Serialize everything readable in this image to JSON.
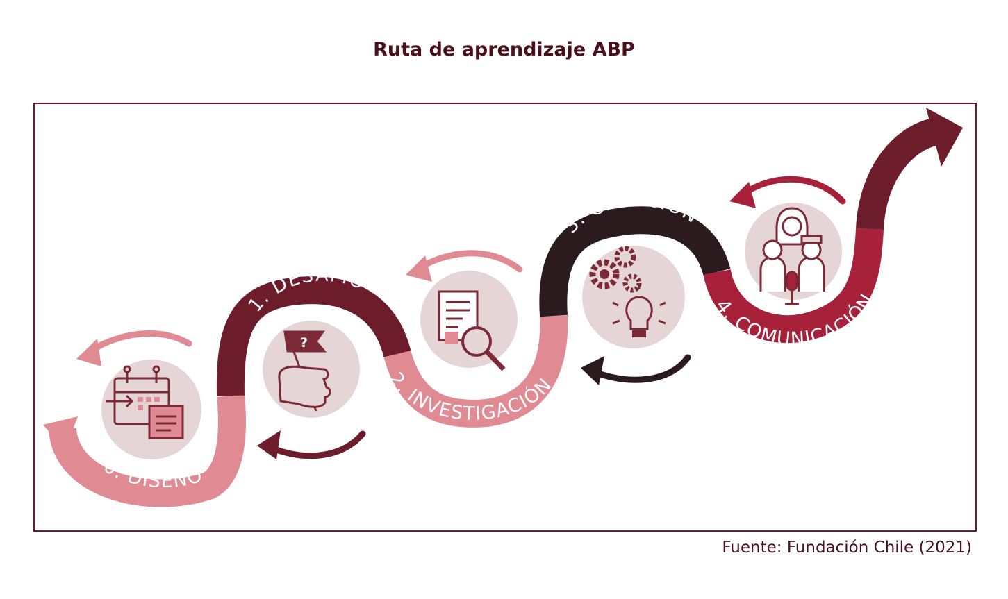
{
  "title": "Ruta de aprendizaje ABP",
  "source": "Fuente: Fundación Chile (2021)",
  "colors": {
    "dark": "#6d1c2b",
    "black": "#2b1a1e",
    "pink": "#e08a94",
    "red": "#a8213b",
    "circle": "#e5d5d7",
    "icon": "#7c2a37"
  },
  "stages": [
    {
      "label": "0. DISEÑO",
      "icon": "calendar-notes-icon"
    },
    {
      "label": "1. DESAFÍO",
      "icon": "hand-question-flag-icon"
    },
    {
      "label": "2. INVESTIGACIÓN",
      "icon": "document-magnifier-icon"
    },
    {
      "label": "3. CREACIÓN",
      "icon": "gears-lightbulb-icon"
    },
    {
      "label": "4. COMUNICACIÓN",
      "icon": "team-microphone-icon"
    }
  ]
}
